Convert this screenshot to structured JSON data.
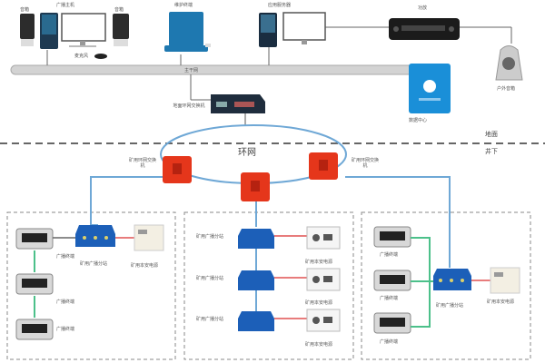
{
  "surface": {
    "label_ground": "地面",
    "label_underground": "井下",
    "speaker_left": "音箱",
    "broadcast_host": "广播主机",
    "speaker_right": "音箱",
    "mic": "麦克风",
    "maint_pc": "维护终端",
    "app_server": "应用服务器",
    "amplifier": "功放",
    "outdoor_speaker": "户外音箱",
    "bus": "主干网",
    "switch": "地面环网交换机",
    "data_center": "数据中心"
  },
  "ring": {
    "label": "环网",
    "left_node_label": "矿用环网交换机",
    "right_node_label": "矿用环网交换机",
    "node_colors": [
      "#e5361b",
      "#e5361b",
      "#e5361b"
    ]
  },
  "zones": [
    {
      "terminals": [
        "广播终端",
        "广播终端",
        "广播终端"
      ],
      "station": "矿用广播分站",
      "power": "矿用本安电源"
    },
    {
      "stations": [
        "矿用广播分站",
        "矿用广播分站",
        "矿用广播分站"
      ],
      "powers": [
        "矿用本安电源",
        "矿用本安电源",
        "矿用本安电源"
      ]
    },
    {
      "terminals": [
        "广播终端",
        "广播终端",
        "广播终端"
      ],
      "station": "矿用广播分站",
      "power": "矿用本安电源"
    }
  ],
  "colors": {
    "ring_line": "#6fa8d6",
    "node_red": "#e5361b",
    "station_blue": "#1c5fb8",
    "green_link": "#4cc08a",
    "red_link": "#e05050",
    "data_center_blue": "#1a8fd8"
  }
}
